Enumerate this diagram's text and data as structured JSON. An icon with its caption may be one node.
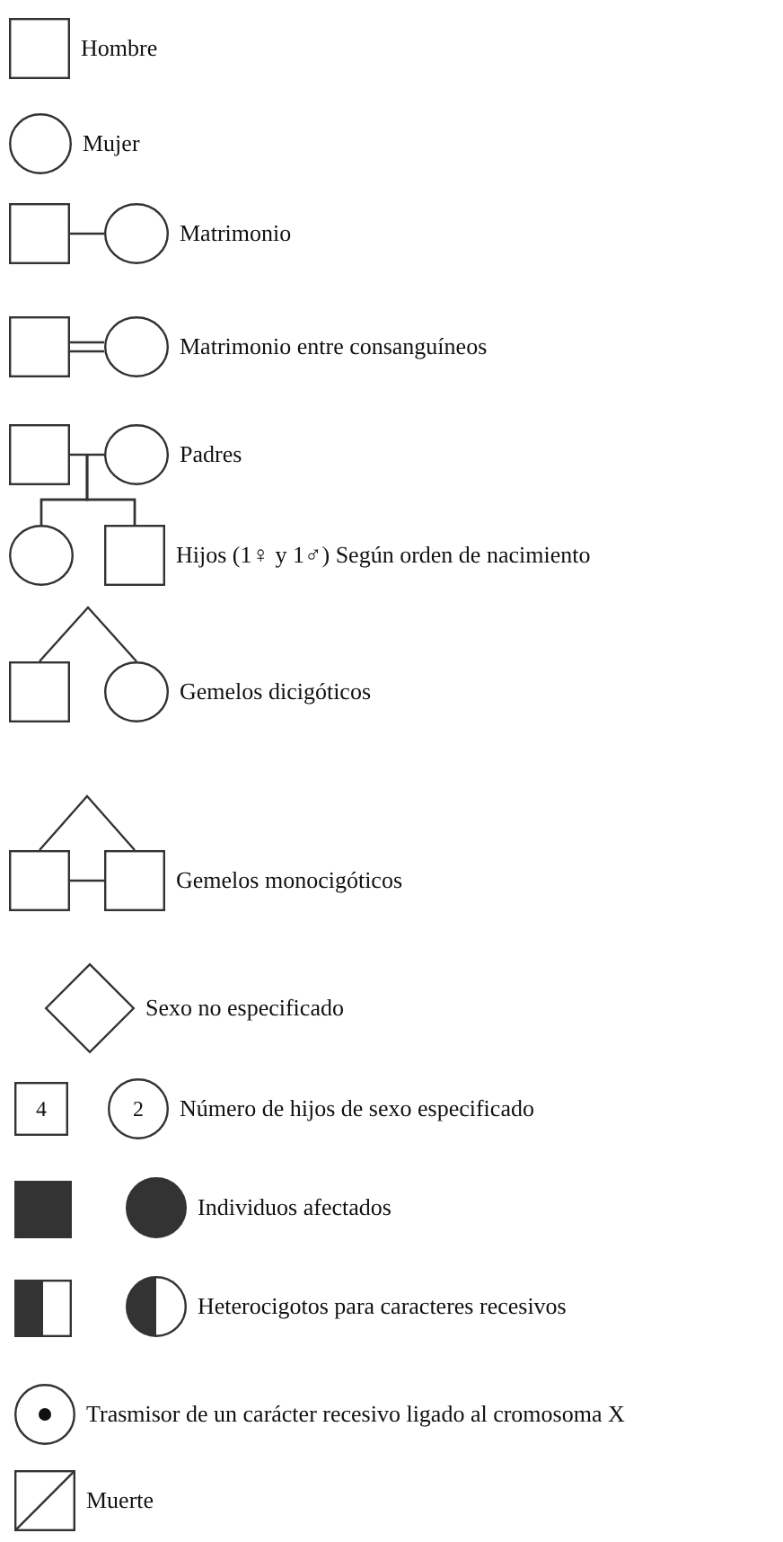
{
  "diagram": {
    "nodes": [
      {
        "text": [],
        "shape": "box",
        "beside": [
          "Hombre"
        ]
      },
      {
        "text": [],
        "shape": "circle",
        "beside": [
          "Mujer"
        ]
      },
      {
        "text": [],
        "shape": "box"
      },
      {
        "text": [],
        "shape": "circle",
        "beside": [
          "Matrimonio"
        ]
      },
      {
        "text": [],
        "shape": "box"
      },
      {
        "text": [],
        "shape": "circle",
        "beside": [
          "Matrimonio entre consanguíneos"
        ]
      },
      {
        "text": [],
        "shape": "box"
      },
      {
        "text": [],
        "shape": "circle",
        "beside": [
          "Padres"
        ]
      },
      {
        "text": [],
        "shape": "circle"
      },
      {
        "text": [],
        "shape": "box",
        "beside": [
          "Hijos (1♀ y 1♂) Según orden de nacimiento"
        ]
      },
      {
        "text": [],
        "shape": "box"
      },
      {
        "text": [],
        "shape": "circle",
        "beside": [
          "Gemelos dicigóticos"
        ]
      },
      {
        "text": [],
        "shape": "box"
      },
      {
        "text": [],
        "shape": "box",
        "beside": [
          "Gemelos monocigóticos"
        ]
      },
      {
        "text": [],
        "shape": "diamond",
        "beside": [
          "Sexo no especificado"
        ]
      },
      {
        "text": [
          "4"
        ]
      },
      {
        "text": [
          "2"
        ],
        "beside": [
          "Número de hijos de sexo especificado"
        ]
      },
      {
        "text": [],
        "shape": "box"
      },
      {
        "text": [],
        "shape": "circle",
        "beside": [
          "Individuos afectados"
        ]
      },
      {
        "text": [],
        "shape": "box"
      },
      {
        "text": [],
        "shape": "circle",
        "beside": [
          "Heterocigotos para caracteres recesivos"
        ]
      },
      {
        "text": [],
        "shape": "circle",
        "beside": [
          "Trasmisor de un carácter recesivo ligado al cromosoma X"
        ]
      },
      {
        "text": [],
        "shape": "box",
        "beside": [
          "Muerte"
        ]
      }
    ],
    "edges": [
      {
        "from": 2,
        "to": 3,
        "arrow": "none"
      },
      {
        "from": 4,
        "to": 5,
        "arrow": "none"
      },
      {
        "from": 6,
        "to": 7,
        "arrow": "none"
      },
      {
        "from": 6,
        "to": 8,
        "arrow": "none"
      },
      {
        "from": 7,
        "to": 8,
        "arrow": "none"
      },
      {
        "from": 6,
        "to": 9,
        "arrow": "none"
      },
      {
        "from": 7,
        "to": 9,
        "arrow": "none"
      },
      {
        "from": 10,
        "to": 11,
        "arrow": "none"
      },
      {
        "from": 12,
        "to": 13,
        "arrow": "none"
      },
      {
        "from": 12,
        "to": 13,
        "arrow": "none"
      }
    ]
  }
}
